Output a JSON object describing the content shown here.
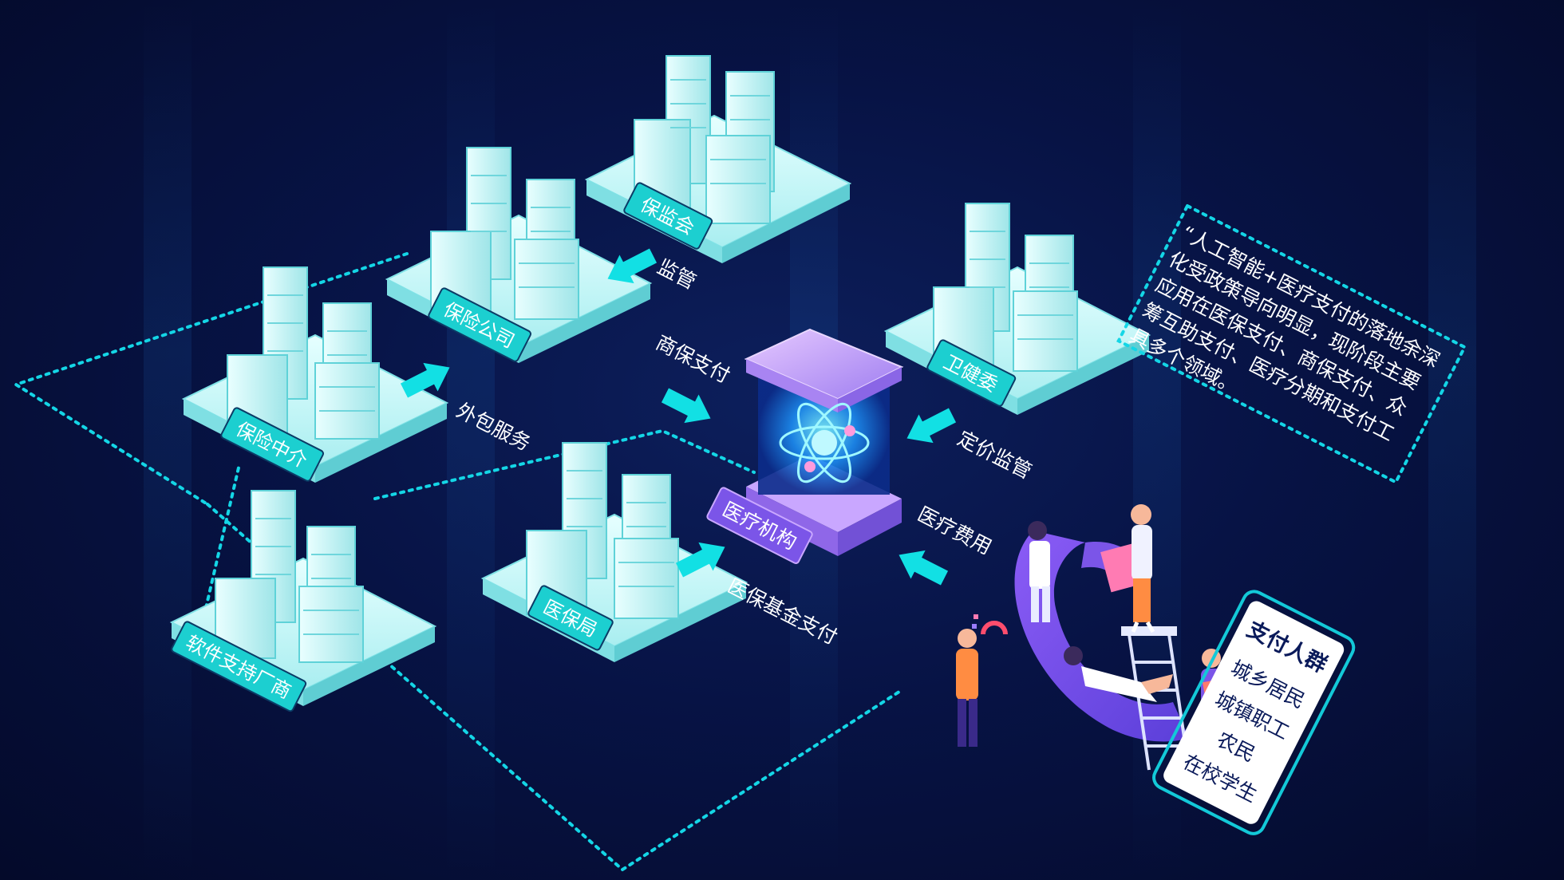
{
  "nodes": {
    "baojianhui": "保监会",
    "baoxian_gongsi": "保险公司",
    "weijianwei": "卫健委",
    "baoxian_zhongjie": "保险中介",
    "yibaoju": "医保局",
    "ruanjian": "软件支持厂商",
    "yiliao_jigou": "医疗机构"
  },
  "flows": {
    "jianguan": "监管",
    "shangbao_zhifu": "商保支付",
    "waibao_fuwu": "外包服务",
    "dingjia_jianguan": "定价监管",
    "yiliao_feiyong": "医疗费用",
    "yibao_jijin": "医保基金支付"
  },
  "note": {
    "lines": [
      "“人工智能+医疗支付的落地余深",
      "化受政策导向明显，现阶段主要",
      "应用在医保支付、商保支付、众",
      "筹互助支付、医疗分期和支付工",
      "具多个领域。"
    ]
  },
  "payers": {
    "title": "支付人群",
    "items": [
      "城乡居民",
      "城镇职工",
      "农民",
      "在校学生"
    ]
  },
  "colors": {
    "accent": "#00e8e0",
    "label_bg": "#1ccfd0",
    "building": "#bff4f4",
    "core": "#b080ff"
  }
}
